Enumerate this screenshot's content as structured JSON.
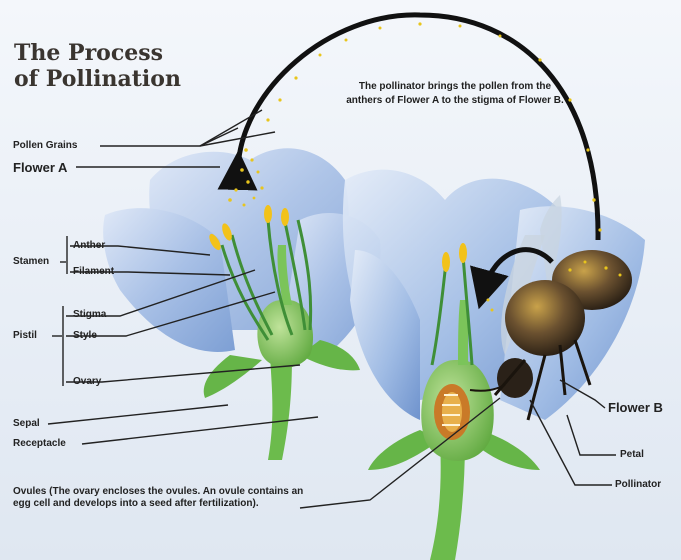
{
  "title": {
    "line1": "The Process",
    "line2": "of Pollination"
  },
  "caption": {
    "line1": "The pollinator brings the pollen from the",
    "line2": "anthers of Flower A to the stigma of Flower B."
  },
  "labels": {
    "pollen_grains": "Pollen Grains",
    "flower_a": "Flower A",
    "stamen": "Stamen",
    "anther": "Anther",
    "filament": "Filament",
    "pistil": "Pistil",
    "stigma": "Stigma",
    "style": "Style",
    "ovary": "Ovary",
    "sepal": "Sepal",
    "receptacle": "Receptacle",
    "flower_b": "Flower B",
    "petal": "Petal",
    "pollinator": "Pollinator"
  },
  "ovules_note": {
    "line1": "Ovules (The ovary encloses the ovules. An ovule contains an",
    "line2": "egg cell and develops into a seed after fertilization)."
  },
  "colors": {
    "petal": "#a9c4ea",
    "stem": "#5fb243",
    "anther": "#f2c21a",
    "arrow": "#111111",
    "pollen": "#e8c51c",
    "bee": "#3a3024"
  }
}
